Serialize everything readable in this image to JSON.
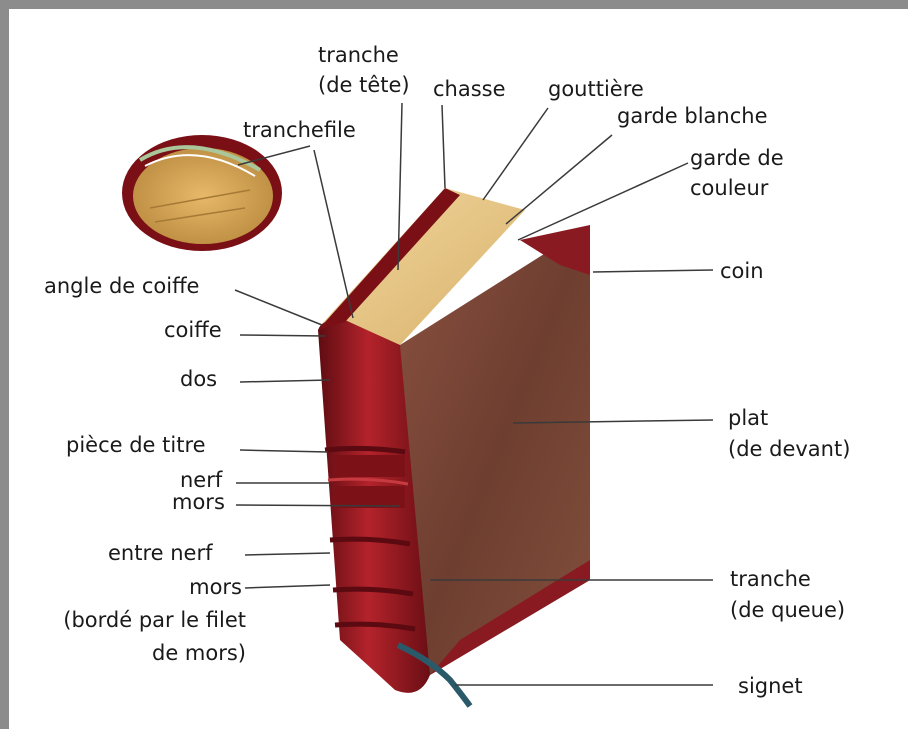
{
  "labels": {
    "tranche_tete": [
      "tranche",
      "(de tête)"
    ],
    "chasse": "chasse",
    "gouttiere": "gouttière",
    "garde_blanche": "garde blanche",
    "garde_couleur": [
      "garde de",
      "couleur"
    ],
    "tranchefile": "tranchefile",
    "angle_coiffe": "angle de coiffe",
    "coiffe": "coiffe",
    "coin": "coin",
    "dos": "dos",
    "plat": [
      "plat",
      "(de devant)"
    ],
    "piece_titre": "pièce de titre",
    "nerf": "nerf",
    "mors_1": "mors",
    "entre_nerf": "entre nerf",
    "mors_2": [
      "mors",
      "(bordé par le filet",
      "de mors)"
    ],
    "tranche_queue": [
      "tranche",
      "(de queue)"
    ],
    "signet": "signet"
  },
  "colors": {
    "frame": "#8c8c8c",
    "leader": "#3a3a3a",
    "leather": "#9e1b22",
    "leather_dark": "#5e0c12",
    "board": "#7a4a3a",
    "pages": "#e8c989",
    "ribbon": "#2a5a6a"
  }
}
